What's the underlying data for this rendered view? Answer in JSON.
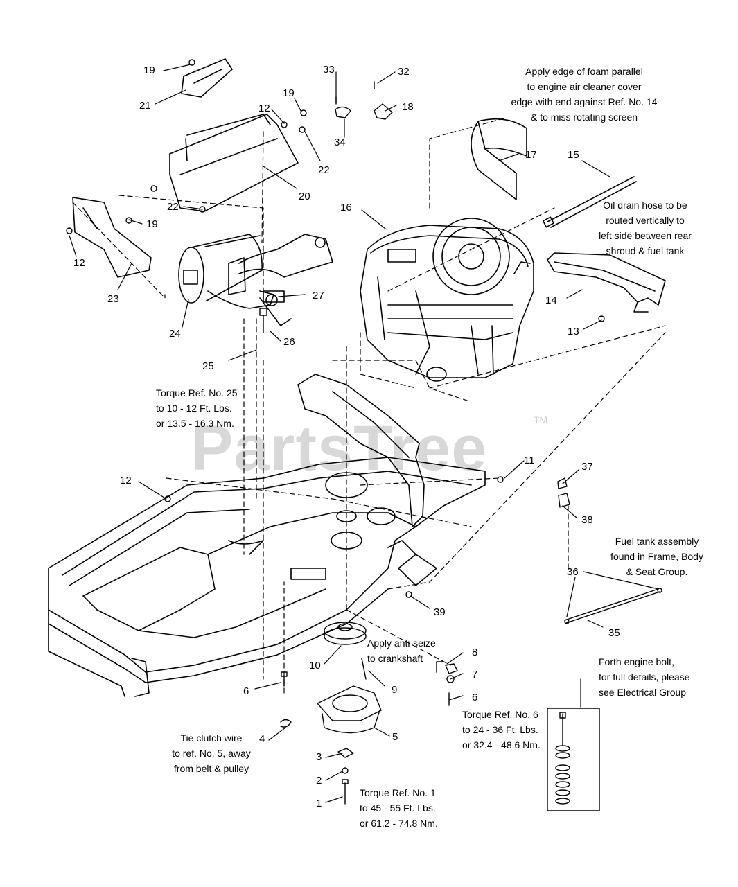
{
  "watermark": {
    "text": "PartsTree",
    "tm": "TM"
  },
  "callouts": {
    "c1": "1",
    "c2": "2",
    "c3": "3",
    "c4": "4",
    "c5": "5",
    "c6a": "6",
    "c6b": "6",
    "c7": "7",
    "c8": "8",
    "c9": "9",
    "c10": "10",
    "c11": "11",
    "c12a": "12",
    "c12b": "12",
    "c12c": "12",
    "c13": "13",
    "c14": "14",
    "c15": "15",
    "c16": "16",
    "c17": "17",
    "c18": "18",
    "c19a": "19",
    "c19b": "19",
    "c19c": "19",
    "c20": "20",
    "c21": "21",
    "c22a": "22",
    "c22b": "22",
    "c23": "23",
    "c24": "24",
    "c25": "25",
    "c26": "26",
    "c27": "27",
    "c32": "32",
    "c33": "33",
    "c34": "34",
    "c35": "35",
    "c36": "36",
    "c37": "37",
    "c38": "38",
    "c39": "39"
  },
  "notes": {
    "foam": [
      "Apply edge of foam parallel",
      "to engine air cleaner cover",
      "edge with end against Ref. No. 14",
      "& to miss rotating screen"
    ],
    "oil": [
      "Oil drain hose to be",
      "routed vertically to",
      "left side between rear",
      "shroud & fuel tank"
    ],
    "torque25": [
      "Torque Ref. No. 25",
      "to 10 - 12 Ft. Lbs.",
      "or 13.5 - 16.3 Nm."
    ],
    "fuel": [
      "Fuel tank assembly",
      "found in Frame, Body",
      "& Seat Group."
    ],
    "antiseize": [
      "Apply anti-seize",
      "to crankshaft"
    ],
    "forth": [
      "Forth engine bolt,",
      "for full details, please",
      "see Electrical Group"
    ],
    "torque6": [
      "Torque Ref. No. 6",
      "to 24 - 36 Ft. Lbs.",
      "or 32.4 - 48.6 Nm."
    ],
    "tie": [
      "Tie clutch wire",
      "to ref. No. 5, away",
      "from belt & pulley"
    ],
    "torque1": [
      "Torque Ref. No. 1",
      "to 45 - 55 Ft. Lbs.",
      "or 61.2 - 74.8 Nm."
    ]
  }
}
